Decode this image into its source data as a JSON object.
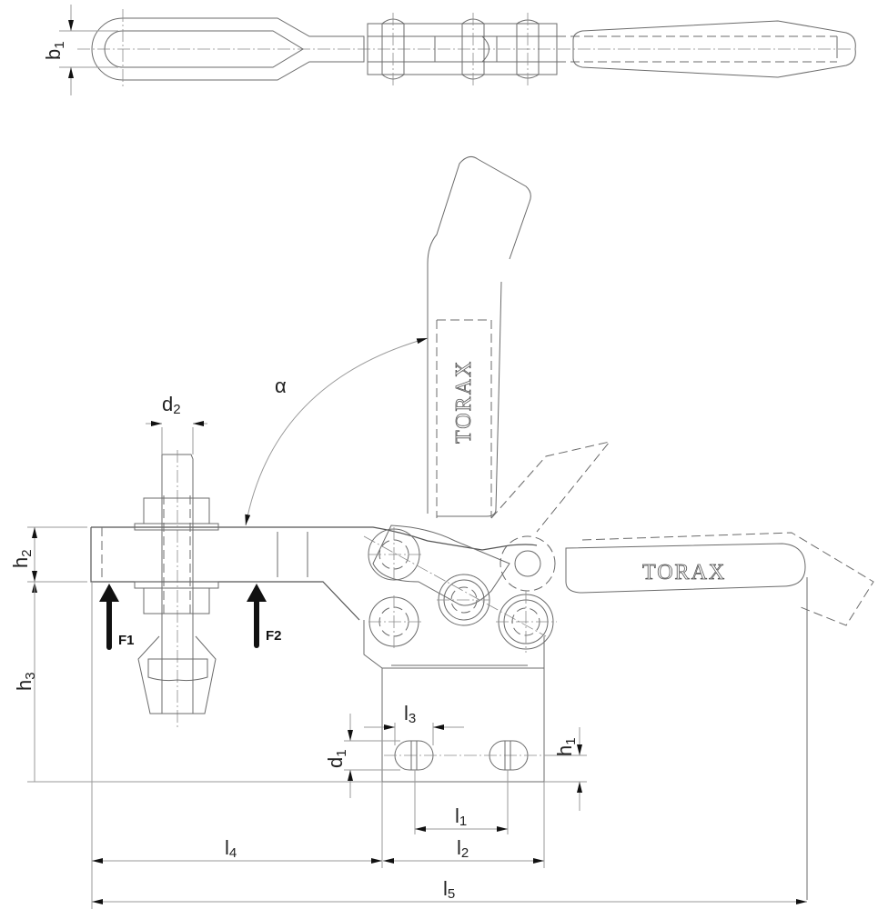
{
  "drawing": {
    "subject": "horizontal toggle clamp",
    "brand_vertical": "TORAX",
    "brand_horizontal": "TORAX",
    "colors": {
      "line": "#6b6b6b",
      "arrow": "#111111",
      "background": "#ffffff"
    }
  },
  "dimensions": {
    "b1": {
      "base": "b",
      "sub": "1"
    },
    "d1": {
      "base": "d",
      "sub": "1"
    },
    "d2": {
      "base": "d",
      "sub": "2"
    },
    "h1": {
      "base": "h",
      "sub": "1"
    },
    "h2": {
      "base": "h",
      "sub": "2"
    },
    "h3": {
      "base": "h",
      "sub": "3"
    },
    "l1": {
      "base": "l",
      "sub": "1"
    },
    "l2": {
      "base": "l",
      "sub": "2"
    },
    "l3": {
      "base": "l",
      "sub": "3"
    },
    "l4": {
      "base": "l",
      "sub": "4"
    },
    "l5": {
      "base": "l",
      "sub": "5"
    },
    "alpha": "α"
  },
  "forces": {
    "f1": "F1",
    "f2": "F2"
  }
}
